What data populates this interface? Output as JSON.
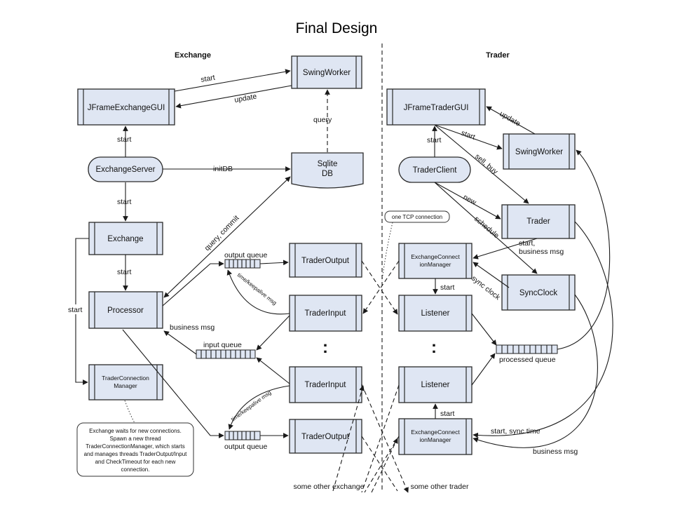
{
  "title": "Final Design",
  "sections": {
    "exchange": "Exchange",
    "trader": "Trader"
  },
  "nodes": {
    "swing_worker_left": "SwingWorker",
    "jframe_exchange_gui": "JFrameExchangeGUI",
    "exchange_server": "ExchangeServer",
    "sqlite_db_line1": "Sqlite",
    "sqlite_db_line2": "DB",
    "exchange": "Exchange",
    "processor": "Processor",
    "trader_connection_manager_line1": "TraderConnection",
    "trader_connection_manager_line2": "Manager",
    "trader_output_top": "TraderOutput",
    "trader_input_top": "TraderInput",
    "trader_input_bottom": "TraderInput",
    "trader_output_bottom": "TraderOutput",
    "jframe_trader_gui": "JFrameTraderGUI",
    "trader_client": "TraderClient",
    "swing_worker_right": "SwingWorker",
    "trader": "Trader",
    "ecm_top_line1": "ExchangeConnect",
    "ecm_top_line2": "ionManager",
    "sync_clock": "SyncClock",
    "listener_top": "Listener",
    "listener_bottom": "Listener",
    "ecm_bottom_line1": "ExchangeConnect",
    "ecm_bottom_line2": "ionManager"
  },
  "edges": {
    "start_gui_to_worker": "start",
    "update_worker_to_gui": "update",
    "query": "query",
    "start_server_to_gui": "start",
    "init_db": "initDB",
    "start_server_to_exchange": "start",
    "query_commit": "query, commit",
    "start_exchange_to_processor": "start",
    "start_side": "start",
    "business_msg_left": "business msg",
    "time_keepalive_top": "time/keepalive msg",
    "time_keepalive_bottom": "time/keepalive msg",
    "update_right": "update",
    "start_right": "start",
    "start_client_to_gui": "start",
    "sell_buy": "sell, buy",
    "new": "new",
    "schedule": "schedule",
    "start_business_line1": "start,",
    "start_business_line2": "business msg",
    "start_ecm_listener_top": "start",
    "sync_clock_edge": "sync clock",
    "start_ecm_listener_bottom": "start",
    "start_sync_time": "start, sync time",
    "business_msg_right": "business msg"
  },
  "queues": {
    "output_queue_top": "output queue",
    "input_queue": "input queue",
    "output_queue_bottom": "output queue",
    "processed_queue": "processed queue"
  },
  "ellipsis": ":",
  "notes": {
    "tcp": "one TCP connection",
    "exchange_note_lines": [
      "Exchange waits for new connections.",
      "Spawn a new  thread",
      "TraderConnectionManager, which starts",
      "and manages threads TraderOutput/Input",
      "and CheckTimeout for each new",
      "connection."
    ]
  },
  "footer": {
    "other_exchange": "some other exchange",
    "other_trader": "some other trader"
  }
}
